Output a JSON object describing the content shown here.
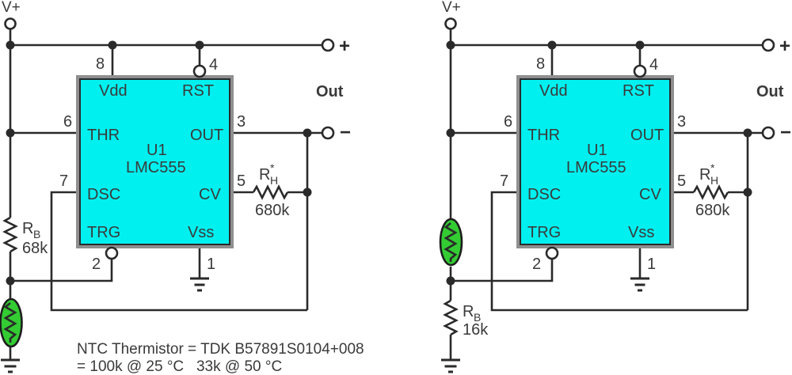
{
  "colors": {
    "background": "#ffffff",
    "wire": "#2a2a2a",
    "text": "#3a3a3a",
    "ic_fill": "#00f0f0",
    "ic_frame": "#8f8f8f",
    "thermistor_fill": "#33cc33",
    "terminal_fill": "#ffffff"
  },
  "note": {
    "line1": "NTC Thermistor = TDK B57891S0104+008",
    "line2": "= 100k @ 25 °C   33k @ 50 °C"
  },
  "circuits": {
    "left": {
      "supply_label": "V+",
      "plus_label": "+",
      "minus_label": "−",
      "out_label": "Out",
      "ic": {
        "refdes": "U1",
        "part": "LMC555"
      },
      "pin_names": {
        "vdd": "Vdd",
        "rst": "RST",
        "thr": "THR",
        "out": "OUT",
        "dsc": "DSC",
        "cv": "CV",
        "trg": "TRG",
        "vss": "Vss"
      },
      "pin_numbers": {
        "vdd": "8",
        "rst": "4",
        "thr": "6",
        "out": "3",
        "dsc": "7",
        "cv": "5",
        "trg": "2",
        "vss": "1"
      },
      "rb": {
        "sym": "R",
        "sub": "B",
        "value": "68k"
      },
      "rh": {
        "sym": "R",
        "sub": "H",
        "sup": "*",
        "value": "680k"
      }
    },
    "right": {
      "supply_label": "V+",
      "plus_label": "+",
      "minus_label": "−",
      "out_label": "Out",
      "ic": {
        "refdes": "U1",
        "part": "LMC555"
      },
      "pin_names": {
        "vdd": "Vdd",
        "rst": "RST",
        "thr": "THR",
        "out": "OUT",
        "dsc": "DSC",
        "cv": "CV",
        "trg": "TRG",
        "vss": "Vss"
      },
      "pin_numbers": {
        "vdd": "8",
        "rst": "4",
        "thr": "6",
        "out": "3",
        "dsc": "7",
        "cv": "5",
        "trg": "2",
        "vss": "1"
      },
      "rb": {
        "sym": "R",
        "sub": "B",
        "value": "16k"
      },
      "rh": {
        "sym": "R",
        "sub": "H",
        "sup": "*",
        "value": "680k"
      }
    }
  }
}
